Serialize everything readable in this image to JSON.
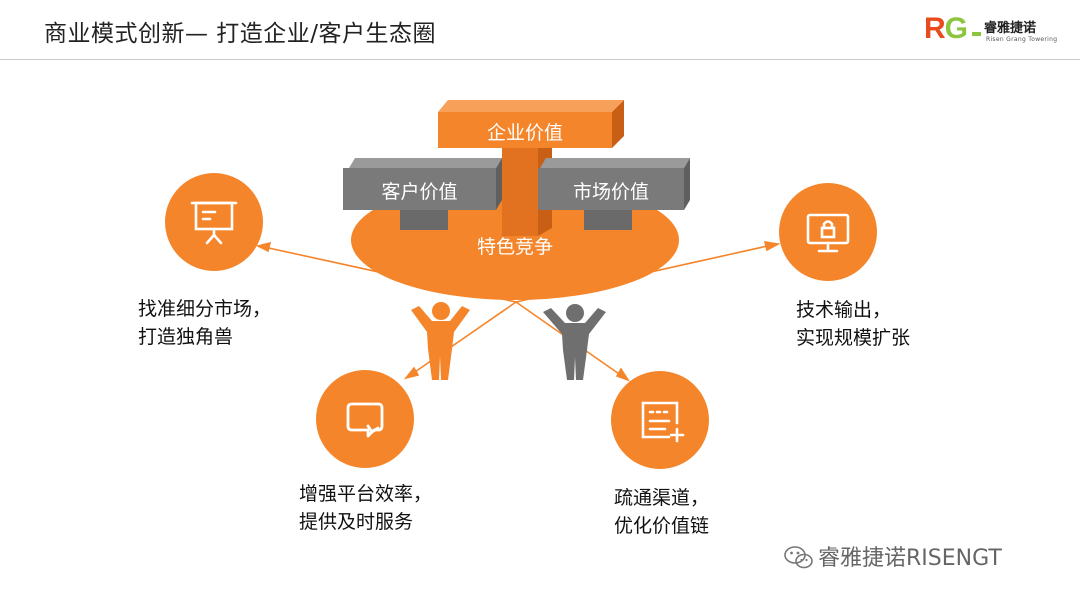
{
  "header": {
    "title": "商业模式创新— 打造企业/客户生态圈",
    "logo": {
      "mark_r": "R",
      "mark_g": "G",
      "name_cn": "睿雅捷诺",
      "name_en": "Risen Grang Towering"
    }
  },
  "diagram": {
    "blocks": {
      "enterprise": "企业价值",
      "customer": "客户价值",
      "market": "市场价值"
    },
    "base": "特色竞争",
    "nodes": [
      {
        "id": "presentation",
        "icon": "presentation-board-icon",
        "line1": "找准细分市场，",
        "line2": "打造独角兽"
      },
      {
        "id": "chat",
        "icon": "chat-bubble-icon",
        "line1": "增强平台效率，",
        "line2": "提供及时服务"
      },
      {
        "id": "document",
        "icon": "document-add-icon",
        "line1": "疏通渠道，",
        "line2": "优化价值链"
      },
      {
        "id": "monitor",
        "icon": "monitor-lock-icon",
        "line1": "技术输出，",
        "line2": "实现规模扩张"
      }
    ]
  },
  "colors": {
    "orange": "#f5852a",
    "gray": "#7a7a7a",
    "brand_red": "#e94b1c",
    "brand_green": "#8cc63f"
  },
  "watermark": {
    "icon": "wechat-icon",
    "text": "睿雅捷诺RISENGT"
  }
}
